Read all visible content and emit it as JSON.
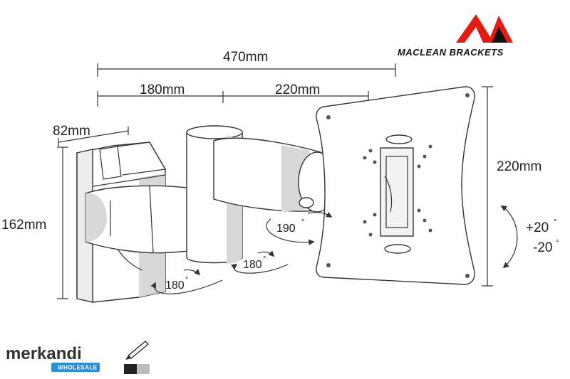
{
  "brand": {
    "name": "MACLEAN BRACKETS",
    "accent": "#e41b13"
  },
  "dimensions": {
    "total_width": "470mm",
    "arm_first": "180mm",
    "arm_second": "220mm",
    "depth": "82mm",
    "wall_height": "162mm",
    "plate_height": "220mm"
  },
  "rotations": {
    "plate_swivel": "190",
    "joint_upper": "180",
    "joint_lower": "180",
    "tilt_up": "+20",
    "tilt_down": "-20",
    "degree_mark": "°"
  },
  "wholesaler": {
    "name": "merkandi",
    "badge": "WHOLESALE",
    "accent": "#2a8fd4"
  },
  "color_swatches": [
    "#222222",
    "#bbbbbb"
  ]
}
